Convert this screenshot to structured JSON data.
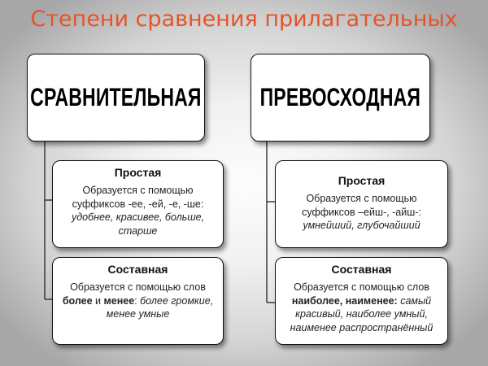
{
  "title": "Степени сравнения прилагательных",
  "columns": [
    {
      "heading": "СРАВНИТЕЛЬНАЯ",
      "simple": {
        "label": "Простая",
        "text": "Образуется с помощью суффиксов -ее, -ей, -е, -ше:",
        "examples": "удобнее, красивее, больше, старше"
      },
      "compound": {
        "label": "Составная",
        "text_start": "Образуется с помощью слов",
        "word1": "более",
        "conj": " и ",
        "word2": "менее",
        "colon": ": ",
        "examples": "более громкие, менее умные"
      }
    },
    {
      "heading": "ПРЕВОСХОДНАЯ",
      "simple": {
        "label": "Простая",
        "text": "Образуется с помощью суффиксов –ейш-,  -айш-:",
        "examples": "умнейший, глубочайший"
      },
      "compound": {
        "label": "Составная",
        "text_start": "Образуется с помощью слов",
        "words": "наиболее, наименее:",
        "examples": " самый красивый, наиболее умный, наименее распространённый"
      }
    }
  ],
  "colors": {
    "title": "#e4542a",
    "border": "#111111"
  }
}
